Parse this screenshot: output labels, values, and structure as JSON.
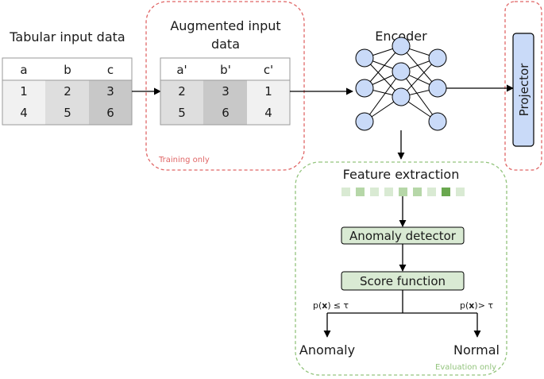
{
  "input_table": {
    "title": "Tabular input data",
    "headers": [
      "a",
      "b",
      "c"
    ],
    "rows": [
      [
        "1",
        "2",
        "3"
      ],
      [
        "4",
        "5",
        "6"
      ]
    ]
  },
  "augmented_table": {
    "title_line1": "Augmented input",
    "title_line2": "data",
    "headers": [
      "a'",
      "b'",
      "c'"
    ],
    "rows": [
      [
        "2",
        "3",
        "1"
      ],
      [
        "5",
        "6",
        "4"
      ]
    ]
  },
  "training_only": "Training only",
  "encoder": {
    "label": "Encoder"
  },
  "projector": {
    "label": "Projector"
  },
  "feature_extraction": {
    "label": "Feature extraction"
  },
  "anomaly_detector": {
    "label": "Anomaly detector"
  },
  "score_function": {
    "label": "Score function"
  },
  "branch": {
    "left_condition_prefix": "p(",
    "left_condition_var": "x",
    "left_condition_suffix": ")",
    "left_condition_op": "≤ τ",
    "right_condition_prefix": "p(",
    "right_condition_var": "x",
    "right_condition_suffix": ")",
    "right_condition_op": "> τ",
    "left_outcome": "Anomaly",
    "right_outcome": "Normal"
  },
  "evaluation_only": "Evaluation only",
  "colors": {
    "training_border": "#e06666",
    "evaluation_border": "#93c47d",
    "node_fill": "#c9daf8",
    "projector_fill": "#c9daf8",
    "box_fill": "#d9ead3",
    "feature_light": "#d9ead3",
    "feature_mid": "#b6d7a8",
    "feature_dark": "#6aa84f"
  }
}
